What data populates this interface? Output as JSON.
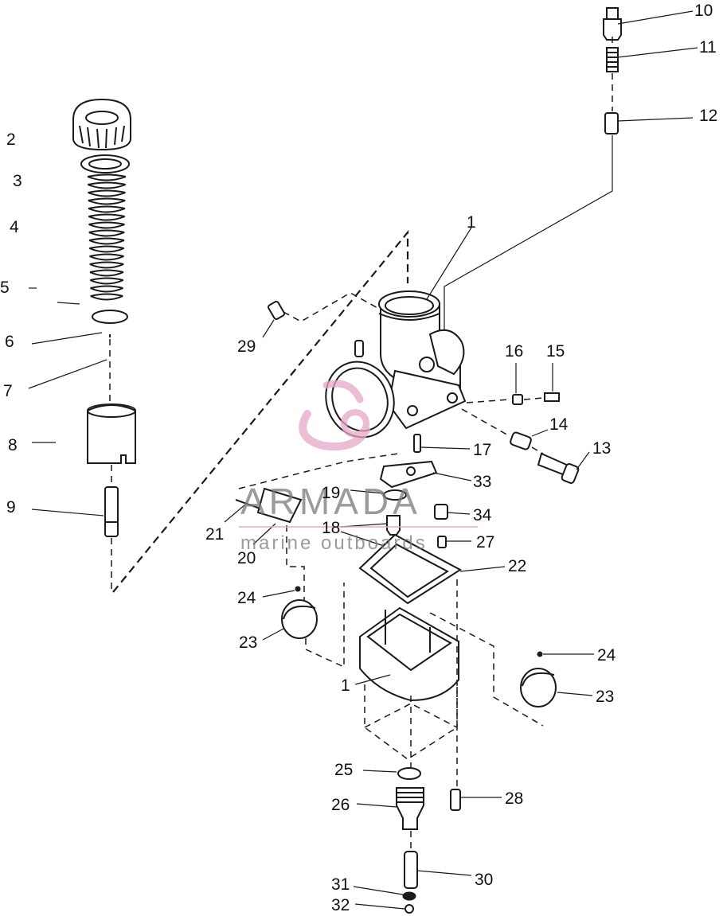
{
  "diagram": {
    "callouts": [
      {
        "id": "c10a",
        "text": "10"
      },
      {
        "id": "c11",
        "text": "11"
      },
      {
        "id": "c12",
        "text": "12"
      },
      {
        "id": "c2",
        "text": "2"
      },
      {
        "id": "c3",
        "text": "3"
      },
      {
        "id": "c4",
        "text": "4"
      },
      {
        "id": "c5",
        "text": "5"
      },
      {
        "id": "c6",
        "text": "6"
      },
      {
        "id": "c7",
        "text": "7"
      },
      {
        "id": "c8",
        "text": "8"
      },
      {
        "id": "c9",
        "text": "9"
      },
      {
        "id": "c1a",
        "text": "1"
      },
      {
        "id": "c29",
        "text": "29"
      },
      {
        "id": "c16",
        "text": "16"
      },
      {
        "id": "c15",
        "text": "15"
      },
      {
        "id": "c14",
        "text": "14"
      },
      {
        "id": "c13",
        "text": "13"
      },
      {
        "id": "c17",
        "text": "17"
      },
      {
        "id": "c33",
        "text": "33"
      },
      {
        "id": "c19",
        "text": "19"
      },
      {
        "id": "c34",
        "text": "34"
      },
      {
        "id": "c18",
        "text": "18"
      },
      {
        "id": "c27",
        "text": "27"
      },
      {
        "id": "c21",
        "text": "21"
      },
      {
        "id": "c20",
        "text": "20"
      },
      {
        "id": "c22",
        "text": "22"
      },
      {
        "id": "c24a",
        "text": "24"
      },
      {
        "id": "c23a",
        "text": "23"
      },
      {
        "id": "c24b",
        "text": "24"
      },
      {
        "id": "c23b",
        "text": "23"
      },
      {
        "id": "c1b",
        "text": "1"
      },
      {
        "id": "c25",
        "text": "25"
      },
      {
        "id": "c26",
        "text": "26"
      },
      {
        "id": "c28",
        "text": "28"
      },
      {
        "id": "c30",
        "text": "30"
      },
      {
        "id": "c31",
        "text": "31"
      },
      {
        "id": "c32",
        "text": "32"
      }
    ]
  },
  "watermark": {
    "brand": "ARMADA",
    "tagline": "marine outboards",
    "colors": {
      "logo": "#e6a8c8",
      "text": "#7a7a7a",
      "line": "#e6a8c8"
    }
  }
}
